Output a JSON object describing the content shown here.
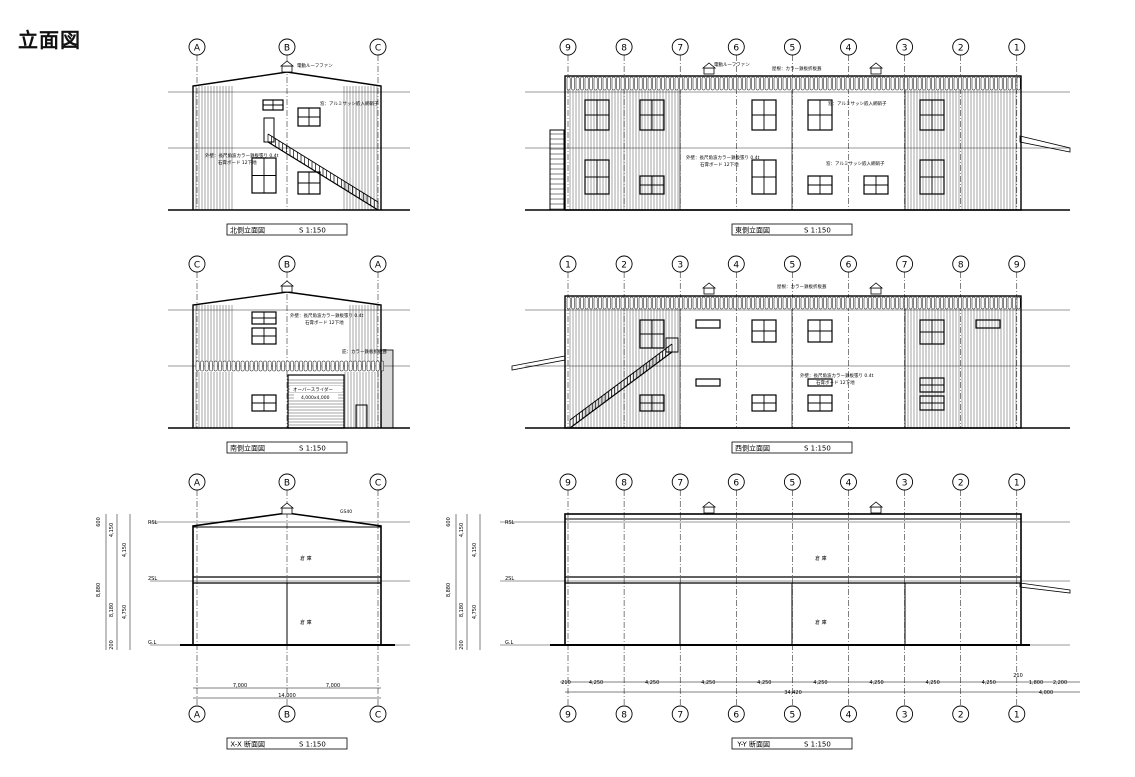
{
  "title": "立面図",
  "panels": {
    "north": {
      "label": "北側立面図",
      "scale": "S 1:150",
      "grid": [
        "A",
        "B",
        "C"
      ],
      "notes": [
        "電動ルーフファン",
        "窓：アルミサッシ嵌入網硝子",
        "外壁：長尺角波カラー鉄板張り 0.4t",
        "石膏ボード 12下地"
      ]
    },
    "east": {
      "label": "東側立面図",
      "scale": "S 1:150",
      "grid": [
        "9",
        "8",
        "7",
        "6",
        "5",
        "4",
        "3",
        "2",
        "1"
      ],
      "notes": [
        "電動ルーフファン",
        "屋根：カラー鉄板折板葺",
        "窓：アルミサッシ嵌入網硝子",
        "外壁：長尺角波カラー鉄板張り 0.4t",
        "石膏ボード 12下地",
        "窓：アルミサッシ嵌入網硝子"
      ]
    },
    "south": {
      "label": "南側立面図",
      "scale": "S 1:150",
      "grid": [
        "C",
        "B",
        "A"
      ],
      "notes": [
        "外壁：長尺角波カラー鉄板張り 0.4t",
        "石膏ボード 12下地",
        "庇：カラー鉄板折板葺",
        "オーバースライダー",
        "4,000x4,000"
      ]
    },
    "west": {
      "label": "西側立面図",
      "scale": "S 1:150",
      "grid": [
        "1",
        "2",
        "3",
        "4",
        "5",
        "6",
        "7",
        "8",
        "9"
      ],
      "notes": [
        "屋根：カラー鉄板折板葺",
        "外壁：長尺角波カラー鉄板張り 0.4t",
        "石膏ボード 12下地"
      ]
    },
    "xx": {
      "label": "X-X 断面図",
      "scale": "S 1:150",
      "grid": [
        "A",
        "B",
        "C"
      ],
      "rooms": [
        "倉 庫",
        "倉 庫"
      ],
      "levels": [
        "RSL",
        "2SL",
        "G.L"
      ],
      "heights": [
        "600",
        "4,150",
        "8,880",
        "8,180",
        "4,750",
        "200"
      ],
      "dims": [
        "7,000",
        "7,000",
        "14,000"
      ],
      "notes": [
        "GS40"
      ]
    },
    "yy": {
      "label": "Y-Y 断面図",
      "scale": "S 1:150",
      "grid": [
        "9",
        "8",
        "7",
        "6",
        "5",
        "4",
        "3",
        "2",
        "1"
      ],
      "rooms": [
        "倉 庫",
        "倉 庫"
      ],
      "levels": [
        "RSL",
        "2SL",
        "G.L"
      ],
      "heights": [
        "600",
        "4,150",
        "8,880",
        "8,180",
        "4,750",
        "200"
      ],
      "dims": [
        "210",
        "4,250",
        "4,250",
        "4,250",
        "4,250",
        "4,250",
        "4,250",
        "4,250",
        "4,250",
        "210",
        "1,800",
        "2,200"
      ],
      "totals": [
        "34,420",
        "4,000"
      ]
    }
  }
}
